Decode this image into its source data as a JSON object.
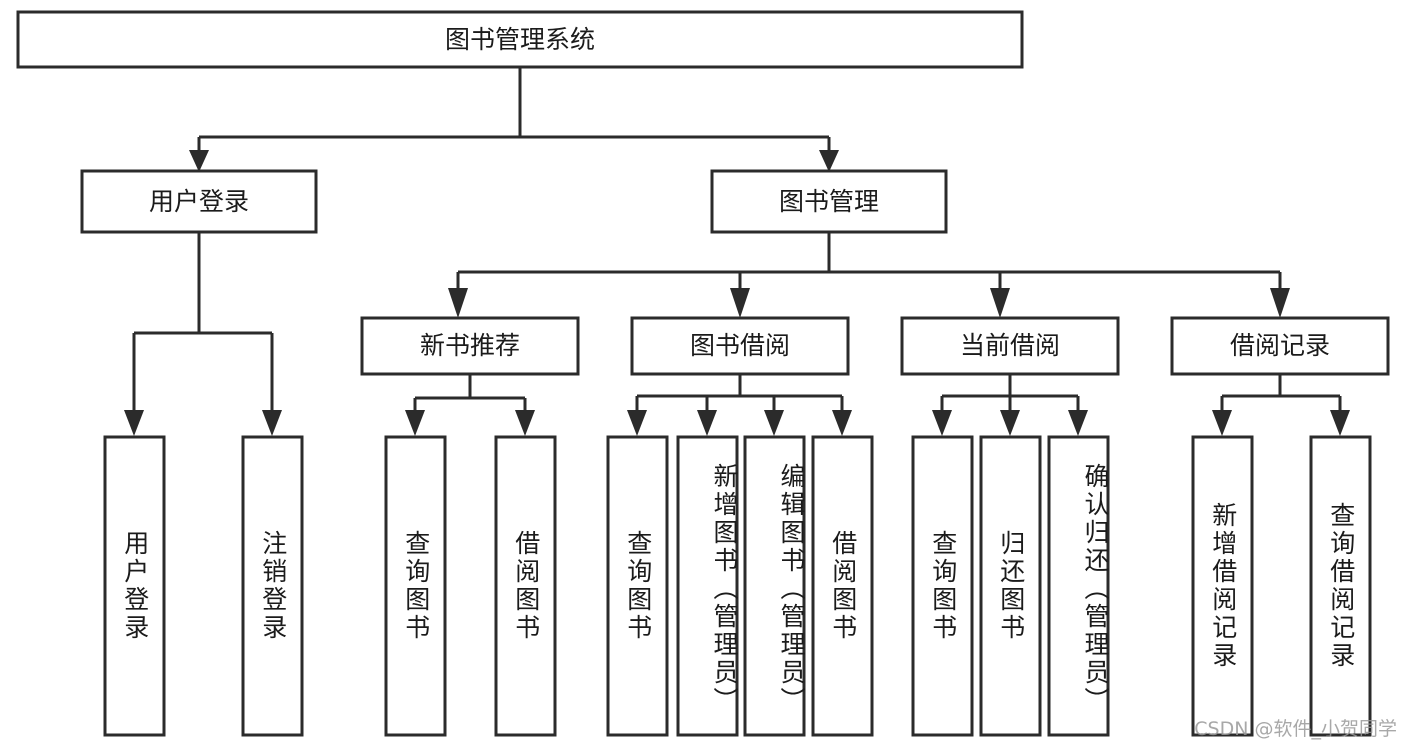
{
  "diagram": {
    "title": "图书管理系统",
    "type": "tree-hierarchy",
    "watermark": "CSDN @软件_小贺同学",
    "colors": {
      "stroke": "#2b2b2b",
      "fill": "#ffffff",
      "text": "#1b1b1b",
      "watermark": "#9a9a9a"
    },
    "root": {
      "label": "图书管理系统"
    },
    "level2": [
      {
        "label": "用户登录"
      },
      {
        "label": "图书管理"
      }
    ],
    "level3": [
      {
        "label": "新书推荐"
      },
      {
        "label": "图书借阅"
      },
      {
        "label": "当前借阅"
      },
      {
        "label": "借阅记录"
      }
    ],
    "leaves": {
      "user_login": [
        {
          "label": "用户登录"
        },
        {
          "label": "注销登录"
        }
      ],
      "new_book_recommend": [
        {
          "label": "查询图书"
        },
        {
          "label": "借阅图书"
        }
      ],
      "book_borrow": [
        {
          "label": "查询图书"
        },
        {
          "label": "新增图书（管理员）"
        },
        {
          "label": "编辑图书（管理员）"
        },
        {
          "label": "借阅图书"
        }
      ],
      "current_borrow": [
        {
          "label": "查询图书"
        },
        {
          "label": "归还图书"
        },
        {
          "label": "确认归还（管理员）"
        }
      ],
      "borrow_record": [
        {
          "label": "新增借阅记录"
        },
        {
          "label": "查询借阅记录"
        }
      ]
    }
  }
}
